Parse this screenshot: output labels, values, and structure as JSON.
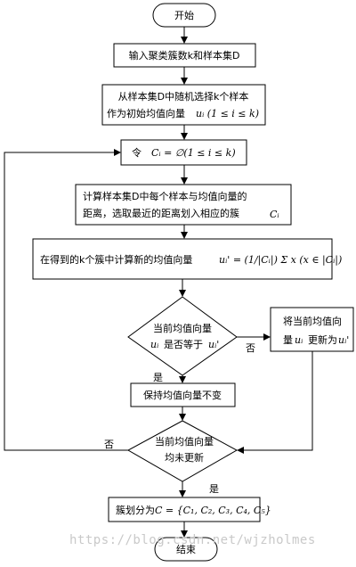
{
  "flowchart": {
    "start": "开始",
    "input": "输入聚类簇数k和样本集D",
    "init_line1": "从样本集D中随机选择k个样本",
    "init_line2": "作为初始均值向量",
    "init_formula": "uᵢ (1 ≤ i ≤ k)",
    "reset_prefix": "令",
    "reset_formula": "Cᵢ = ∅(1 ≤ i ≤ k)",
    "assign_line1": "计算样本集D中每个样本与均值向量的",
    "assign_line2": "距离，选取最近的距离划入相应的簇",
    "assign_formula": "Cᵢ",
    "update_text": "在得到的k个簇中计算新的均值向量",
    "update_formula": "uᵢ' = (1/|Cᵢ|) Σ x  (x ∈ |Cᵢ|)",
    "decision1_line1": "当前均值向量",
    "decision1_line2": "是否等于",
    "decision1_formula_left": "uᵢ",
    "decision1_formula_right": "uᵢ'",
    "replace_line1": "将当前均值向",
    "replace_line2_prefix": "量",
    "replace_line2_mid": "更新为",
    "replace_formula_left": "uᵢ",
    "replace_formula_right": "uᵢ'",
    "keep": "保持均值向量不变",
    "decision2_line1": "当前均值向量",
    "decision2_line2": "均未更新",
    "output_prefix": "簇划分为",
    "output_formula": "C = {C₁, C₂, C₃, C₄, C₅}",
    "end": "结束",
    "label_no_1": "否",
    "label_yes_1": "是",
    "label_no_2": "否",
    "label_yes_2": "是"
  },
  "watermark": "https://blog.csdn.net/wjzholmes"
}
